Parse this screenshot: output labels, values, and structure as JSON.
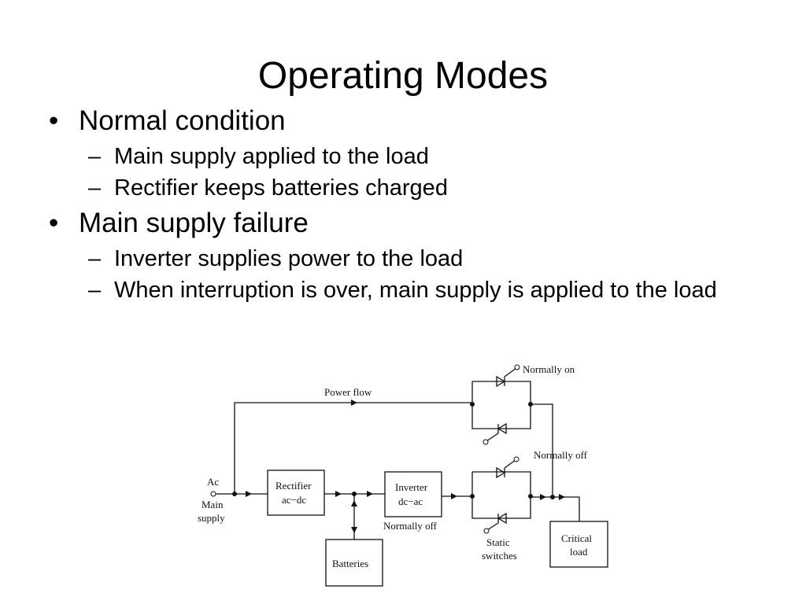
{
  "slide": {
    "title": "Operating Modes",
    "bullet_glyph": "•",
    "dash_glyph": "–",
    "bullets": [
      {
        "text": "Normal condition",
        "subs": [
          "Main supply applied to the load",
          "Rectifier keeps batteries charged"
        ]
      },
      {
        "text": "Main supply failure",
        "subs": [
          "Inverter supplies power to the load",
          "When interruption is over, main supply is applied to the load"
        ]
      }
    ]
  },
  "diagram": {
    "labels": {
      "power_flow": "Power flow",
      "normally_on": "Normally on",
      "normally_off_bypass": "Normally off",
      "normally_off_inverter": "Normally off",
      "ac": "Ac",
      "main": "Main",
      "supply": "supply",
      "static": "Static",
      "switches": "switches"
    },
    "blocks": {
      "rectifier_line1": "Rectifier",
      "rectifier_line2": "ac−dc",
      "inverter_line1": "Inverter",
      "inverter_line2": "dc−ac",
      "batteries": "Batteries",
      "critical_line1": "Critical",
      "critical_line2": "load"
    },
    "colors": {
      "line": "#111111",
      "background": "#ffffff"
    }
  }
}
